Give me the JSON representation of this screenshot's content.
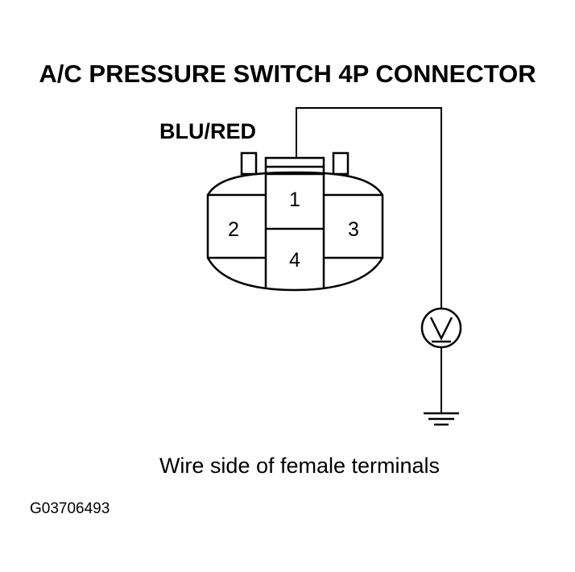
{
  "title": "A/C PRESSURE SWITCH 4P CONNECTOR",
  "wire_label": "BLU/RED",
  "connector": {
    "pins": [
      {
        "number": "1"
      },
      {
        "number": "2"
      },
      {
        "number": "3"
      },
      {
        "number": "4"
      }
    ]
  },
  "meter": {
    "type": "voltmeter",
    "symbol": "V",
    "icon": "voltmeter-icon"
  },
  "ground": {
    "icon": "ground-icon"
  },
  "caption": "Wire side of female terminals",
  "figure_id": "G03706493",
  "colors": {
    "line": "#000000",
    "background": "#ffffff"
  }
}
